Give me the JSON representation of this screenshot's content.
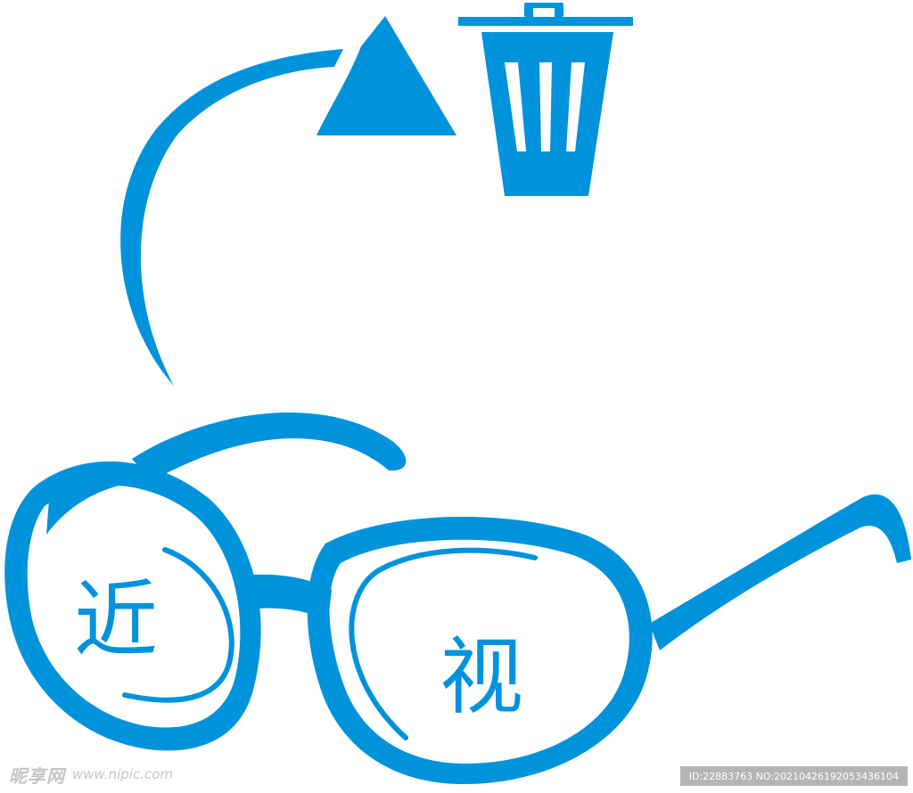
{
  "colors": {
    "primary": "#0093dc",
    "background": "#ffffff",
    "watermark_text": "#9a9a9a",
    "watermark_bar": "#7a7a7a"
  },
  "lens_text": {
    "left": "近",
    "right": "视"
  },
  "watermark": {
    "logo": "昵享网",
    "url": "www.nipic.com",
    "id_text": "ID:22883763 NO:20210426192053436104"
  },
  "icons": {
    "arrow": "curved-arrow-icon",
    "trash": "trash-can-icon",
    "glasses": "eyeglasses-icon"
  }
}
